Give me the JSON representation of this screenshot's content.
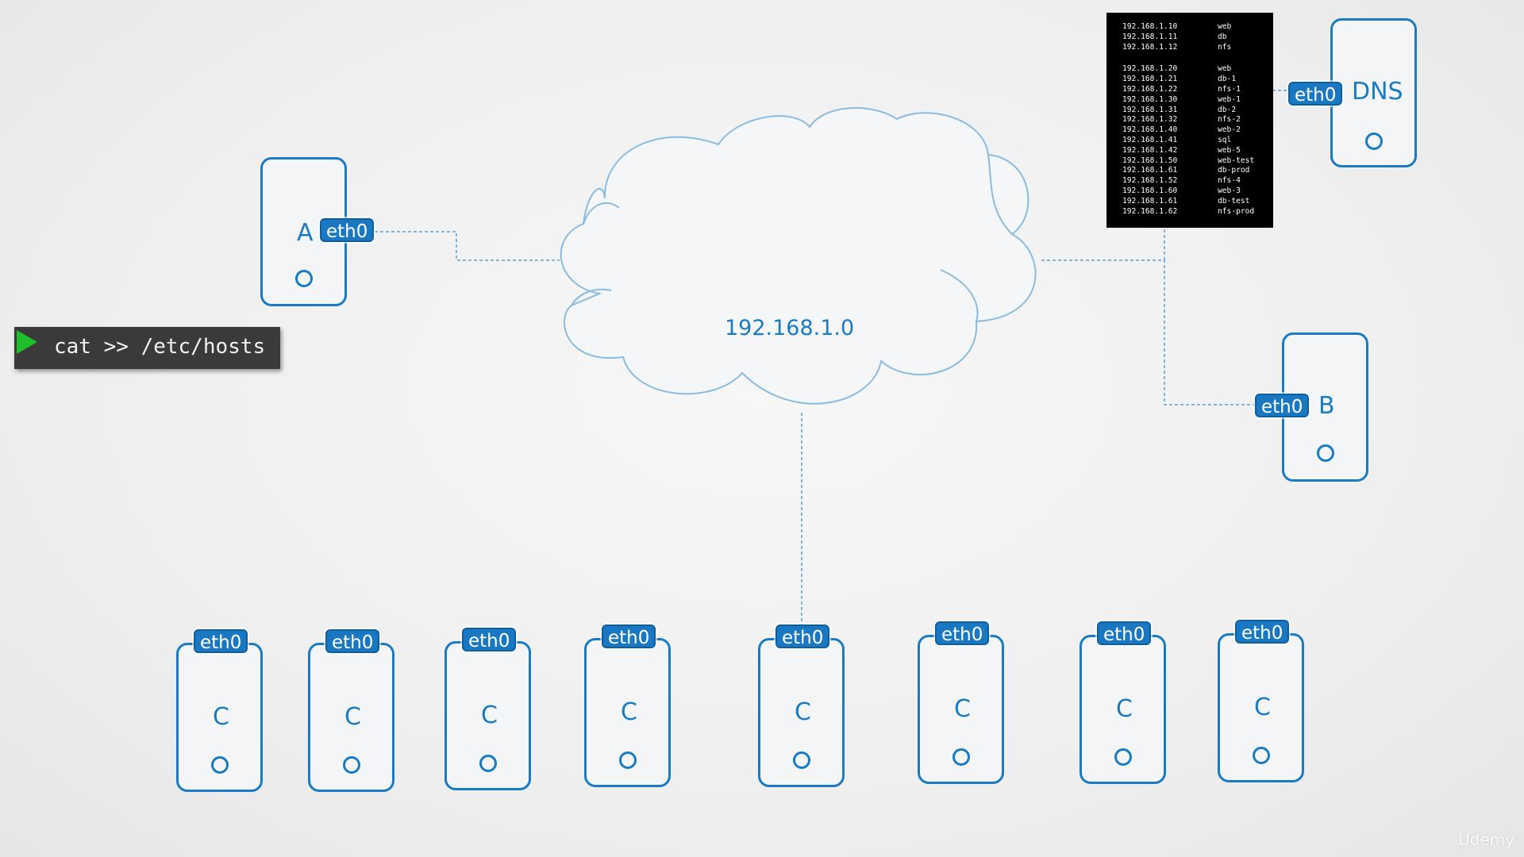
{
  "network": {
    "label": "192.168.1.0"
  },
  "terminal": {
    "command": "cat >> /etc/hosts"
  },
  "interface_label": "eth0",
  "devices": {
    "a": {
      "label": "A"
    },
    "b": {
      "label": "B"
    },
    "dns": {
      "label": "DNS"
    },
    "c_label": "C"
  },
  "hosts_file": {
    "group1": [
      {
        "ip": "192.168.1.10",
        "name": "web"
      },
      {
        "ip": "192.168.1.11",
        "name": "db"
      },
      {
        "ip": "192.168.1.12",
        "name": "nfs"
      }
    ],
    "group2": [
      {
        "ip": "192.168.1.20",
        "name": "web"
      },
      {
        "ip": "192.168.1.21",
        "name": "db-1"
      },
      {
        "ip": "192.168.1.22",
        "name": "nfs-1"
      },
      {
        "ip": "192.168.1.30",
        "name": "web-1"
      },
      {
        "ip": "192.168.1.31",
        "name": "db-2"
      },
      {
        "ip": "192.168.1.32",
        "name": "nfs-2"
      },
      {
        "ip": "192.168.1.40",
        "name": "web-2"
      },
      {
        "ip": "192.168.1.41",
        "name": "sql"
      },
      {
        "ip": "192.168.1.42",
        "name": "web-5"
      },
      {
        "ip": "192.168.1.50",
        "name": "web-test"
      },
      {
        "ip": "192.168.1.61",
        "name": "db-prod"
      },
      {
        "ip": "192.168.1.52",
        "name": "nfs-4"
      },
      {
        "ip": "192.168.1.60",
        "name": "web-3"
      },
      {
        "ip": "192.168.1.61",
        "name": "db-test"
      },
      {
        "ip": "192.168.1.62",
        "name": "nfs-prod"
      }
    ]
  },
  "watermark": "Udemy",
  "colors": {
    "accent": "#1a7bc4",
    "terminal_bg": "#3a3a3a",
    "play": "#1fbf2c",
    "hosts_bg": "#000000"
  }
}
